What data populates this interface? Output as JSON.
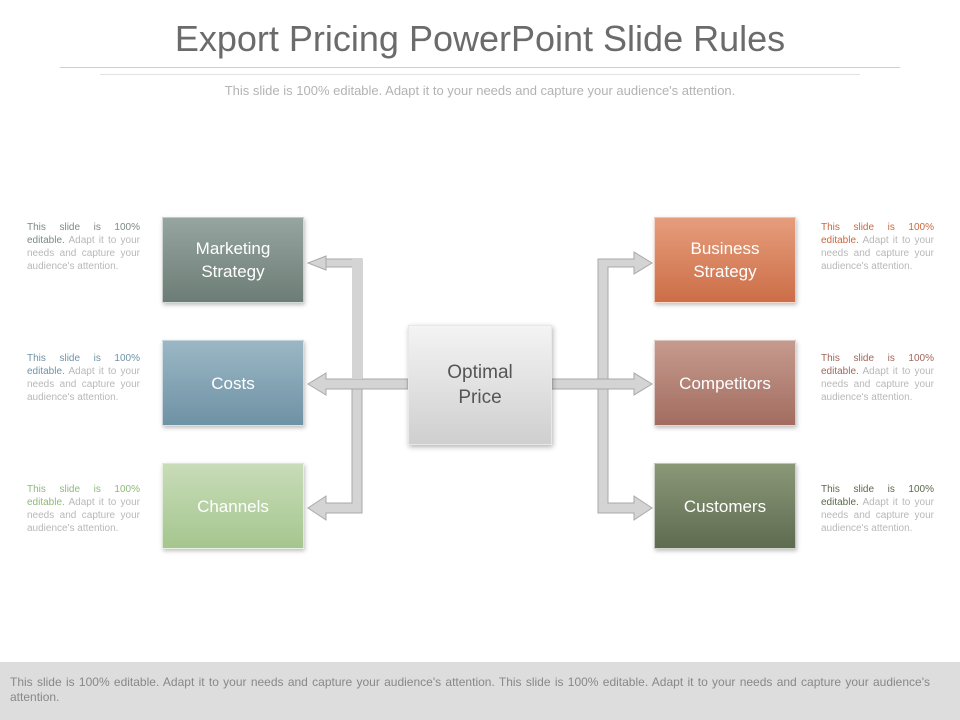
{
  "slide": {
    "title": "Export Pricing PowerPoint Slide Rules",
    "subtitle": "This slide is 100% editable. Adapt it to your needs and capture your audience's attention."
  },
  "center_box": {
    "label_line1": "Optimal",
    "label_line2": "Price"
  },
  "left_boxes": [
    {
      "label_line1": "Marketing",
      "label_line2": "Strategy",
      "color": "#7e8e89"
    },
    {
      "label": "Costs",
      "color": "#7c9fb0"
    },
    {
      "label": "Channels",
      "color": "#b3cfa0"
    }
  ],
  "right_boxes": [
    {
      "label_line1": "Business",
      "label_line2": "Strategy",
      "color": "#d5805a"
    },
    {
      "label": "Competitors",
      "color": "#ad7a6d"
    },
    {
      "label": "Customers",
      "color": "#6f7b5f"
    }
  ],
  "notes": {
    "lead": "This slide is 100% editable.",
    "body": " Adapt it to your needs and capture your audience's attention.",
    "left_colors": [
      "#7a8a86",
      "#6f93a6",
      "#8fb87a"
    ],
    "right_colors": [
      "#c9683e",
      "#a0675a",
      "#5d6a4d"
    ]
  },
  "footer": {
    "text": "This slide is 100% editable. Adapt it to your needs and capture your audience's attention. This slide is 100% editable. Adapt it to your needs and capture your audience's attention."
  }
}
